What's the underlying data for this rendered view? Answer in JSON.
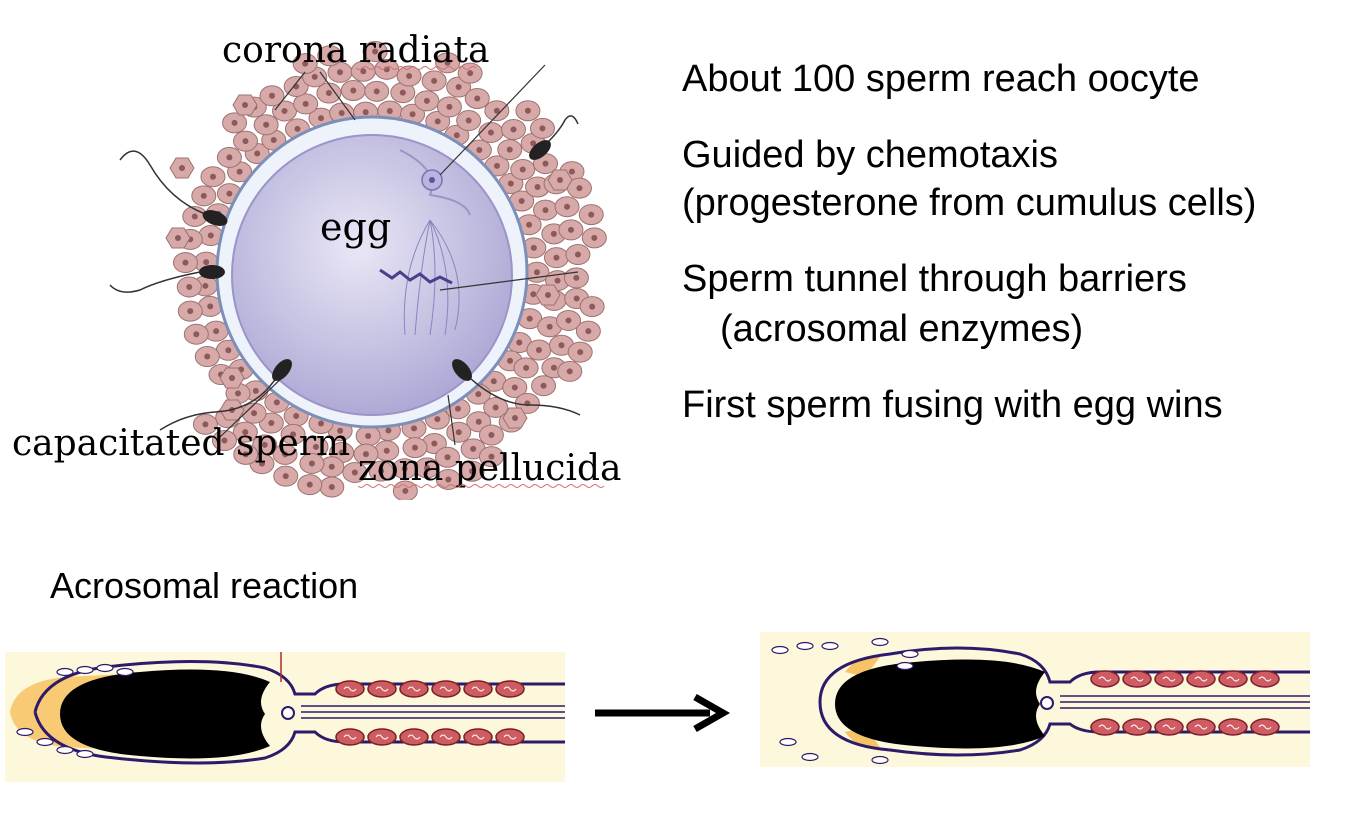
{
  "diagram": {
    "labels": {
      "corona_radiata": "corona radiata",
      "egg": "egg",
      "capacitated_sperm": "capacitated sperm",
      "zona_pellucida": "zona pellucida"
    },
    "colors": {
      "egg_fill": "#c9c6e6",
      "zona": "#eef2fb",
      "cumulus_cell": "#d7a9a8",
      "cumulus_nucleus": "#8c5a5a",
      "sperm_cytoplasm": "#fdf8dc",
      "sperm_outline": "#2d1a6b",
      "mitochondria": "#cf5c63",
      "enzyme_halo": "#f6c467"
    }
  },
  "bullets": {
    "b1": "About 100 sperm reach oocyte",
    "b2_line1": "Guided by chemotaxis",
    "b2_line2": "(progesterone from cumulus cells)",
    "b3_line1": "Sperm tunnel through barriers",
    "b3_line2": "(acrosomal enzymes)",
    "b4": "First sperm fusing with egg wins"
  },
  "acrosomal": {
    "title": "Acrosomal reaction"
  }
}
